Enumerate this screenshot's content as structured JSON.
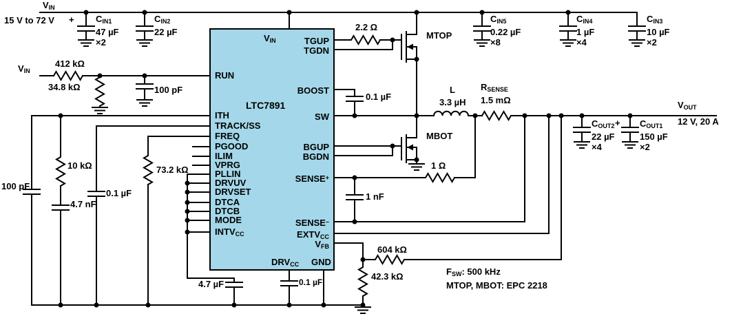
{
  "colors": {
    "ic_fill": "#a4d7e9",
    "wire": "#000000"
  },
  "ic": {
    "name": "LTC7891",
    "top_pin": {
      "m": "V",
      "s": "IN"
    },
    "left_pins": [
      {
        "m": "RUN"
      },
      {
        "m": "ITH"
      },
      {
        "m": "TRACK/SS"
      },
      {
        "m": "FREQ"
      },
      {
        "m": "PGOOD"
      },
      {
        "m": "ILIM"
      },
      {
        "m": "VPRG"
      },
      {
        "m": "PLLIN"
      },
      {
        "m": "DRVUV"
      },
      {
        "m": "DRVSET"
      },
      {
        "m": "DTCA"
      },
      {
        "m": "DTCB"
      },
      {
        "m": "MODE"
      },
      {
        "m": "INTV",
        "s": "CC"
      }
    ],
    "right_pins": [
      {
        "m": "TGUP"
      },
      {
        "m": "TGDN"
      },
      {
        "m": "BOOST"
      },
      {
        "m": "SW"
      },
      {
        "m": "BGUP"
      },
      {
        "m": "BGDN"
      },
      {
        "m": "SENSE",
        "sup": "+"
      },
      {
        "m": "SENSE",
        "sup": "–"
      },
      {
        "m": "EXTV",
        "s": "CC"
      },
      {
        "m": "V",
        "s": "FB"
      }
    ],
    "bottom_pins": [
      {
        "m": "DRV",
        "s": "CC"
      },
      {
        "m": "GND"
      }
    ]
  },
  "input": {
    "label": {
      "m": "V",
      "s": "IN"
    },
    "range": "15 V to 72 V"
  },
  "run_input": {
    "label": {
      "m": "V",
      "s": "IN"
    }
  },
  "output": {
    "label": {
      "m": "V",
      "s": "OUT"
    },
    "rating": "12 V, 20 A"
  },
  "capacitors": {
    "cin1": {
      "name": {
        "m": "C",
        "s": "IN1"
      },
      "value": "47 µF",
      "qty": "×2",
      "polarity": "+"
    },
    "cin2": {
      "name": {
        "m": "C",
        "s": "IN2"
      },
      "value": "22 µF"
    },
    "cin5": {
      "name": {
        "m": "C",
        "s": "IN5"
      },
      "value": "0.22 µF",
      "qty": "×8"
    },
    "cin4": {
      "name": {
        "m": "C",
        "s": "IN4"
      },
      "value": "1 µF",
      "qty": "×4"
    },
    "cin3": {
      "name": {
        "m": "C",
        "s": "IN3"
      },
      "value": "10 µF",
      "qty": "×2"
    },
    "cout2": {
      "name": {
        "m": "C",
        "s": "OUT2"
      },
      "value": "22 µF",
      "qty": "×4"
    },
    "cout1": {
      "name": {
        "m": "C",
        "s": "OUT1"
      },
      "value": "150 µF",
      "qty": "×2",
      "polarity": "+"
    },
    "boost": {
      "value": "0.1 µF"
    },
    "run_filter": {
      "value": "100 pF"
    },
    "ith_hf": {
      "value": "100 pF"
    },
    "ith_comp": {
      "value": "4.7 nF"
    },
    "track_ss": {
      "value": "0.1 µF"
    },
    "sense_filter": {
      "value": "1 nF"
    },
    "intvcc": {
      "value": "4.7 µF"
    },
    "drvcc": {
      "value": "0.1 µF"
    }
  },
  "resistors": {
    "gate": {
      "value": "2.2 Ω"
    },
    "run_top": {
      "value": "412 kΩ"
    },
    "run_bottom": {
      "value": "34.8 kΩ"
    },
    "ith": {
      "value": "10 kΩ"
    },
    "freq": {
      "value": "73.2 kΩ"
    },
    "sense_series": {
      "value": "1 Ω"
    },
    "fb_top": {
      "value": "604 kΩ"
    },
    "fb_bottom": {
      "value": "42.3 kΩ"
    },
    "rsense": {
      "name": {
        "m": "R",
        "s": "SENSE"
      },
      "value": "1.5 mΩ"
    }
  },
  "inductor": {
    "name": "L",
    "value": "3.3 µH"
  },
  "transistors": {
    "mtop": "MTOP",
    "mbot": "MBOT"
  },
  "notes": {
    "fsw": {
      "m": "F",
      "s": "SW",
      "rest": ": 500 kHz"
    },
    "parts": "MTOP, MBOT: EPC 2218"
  }
}
